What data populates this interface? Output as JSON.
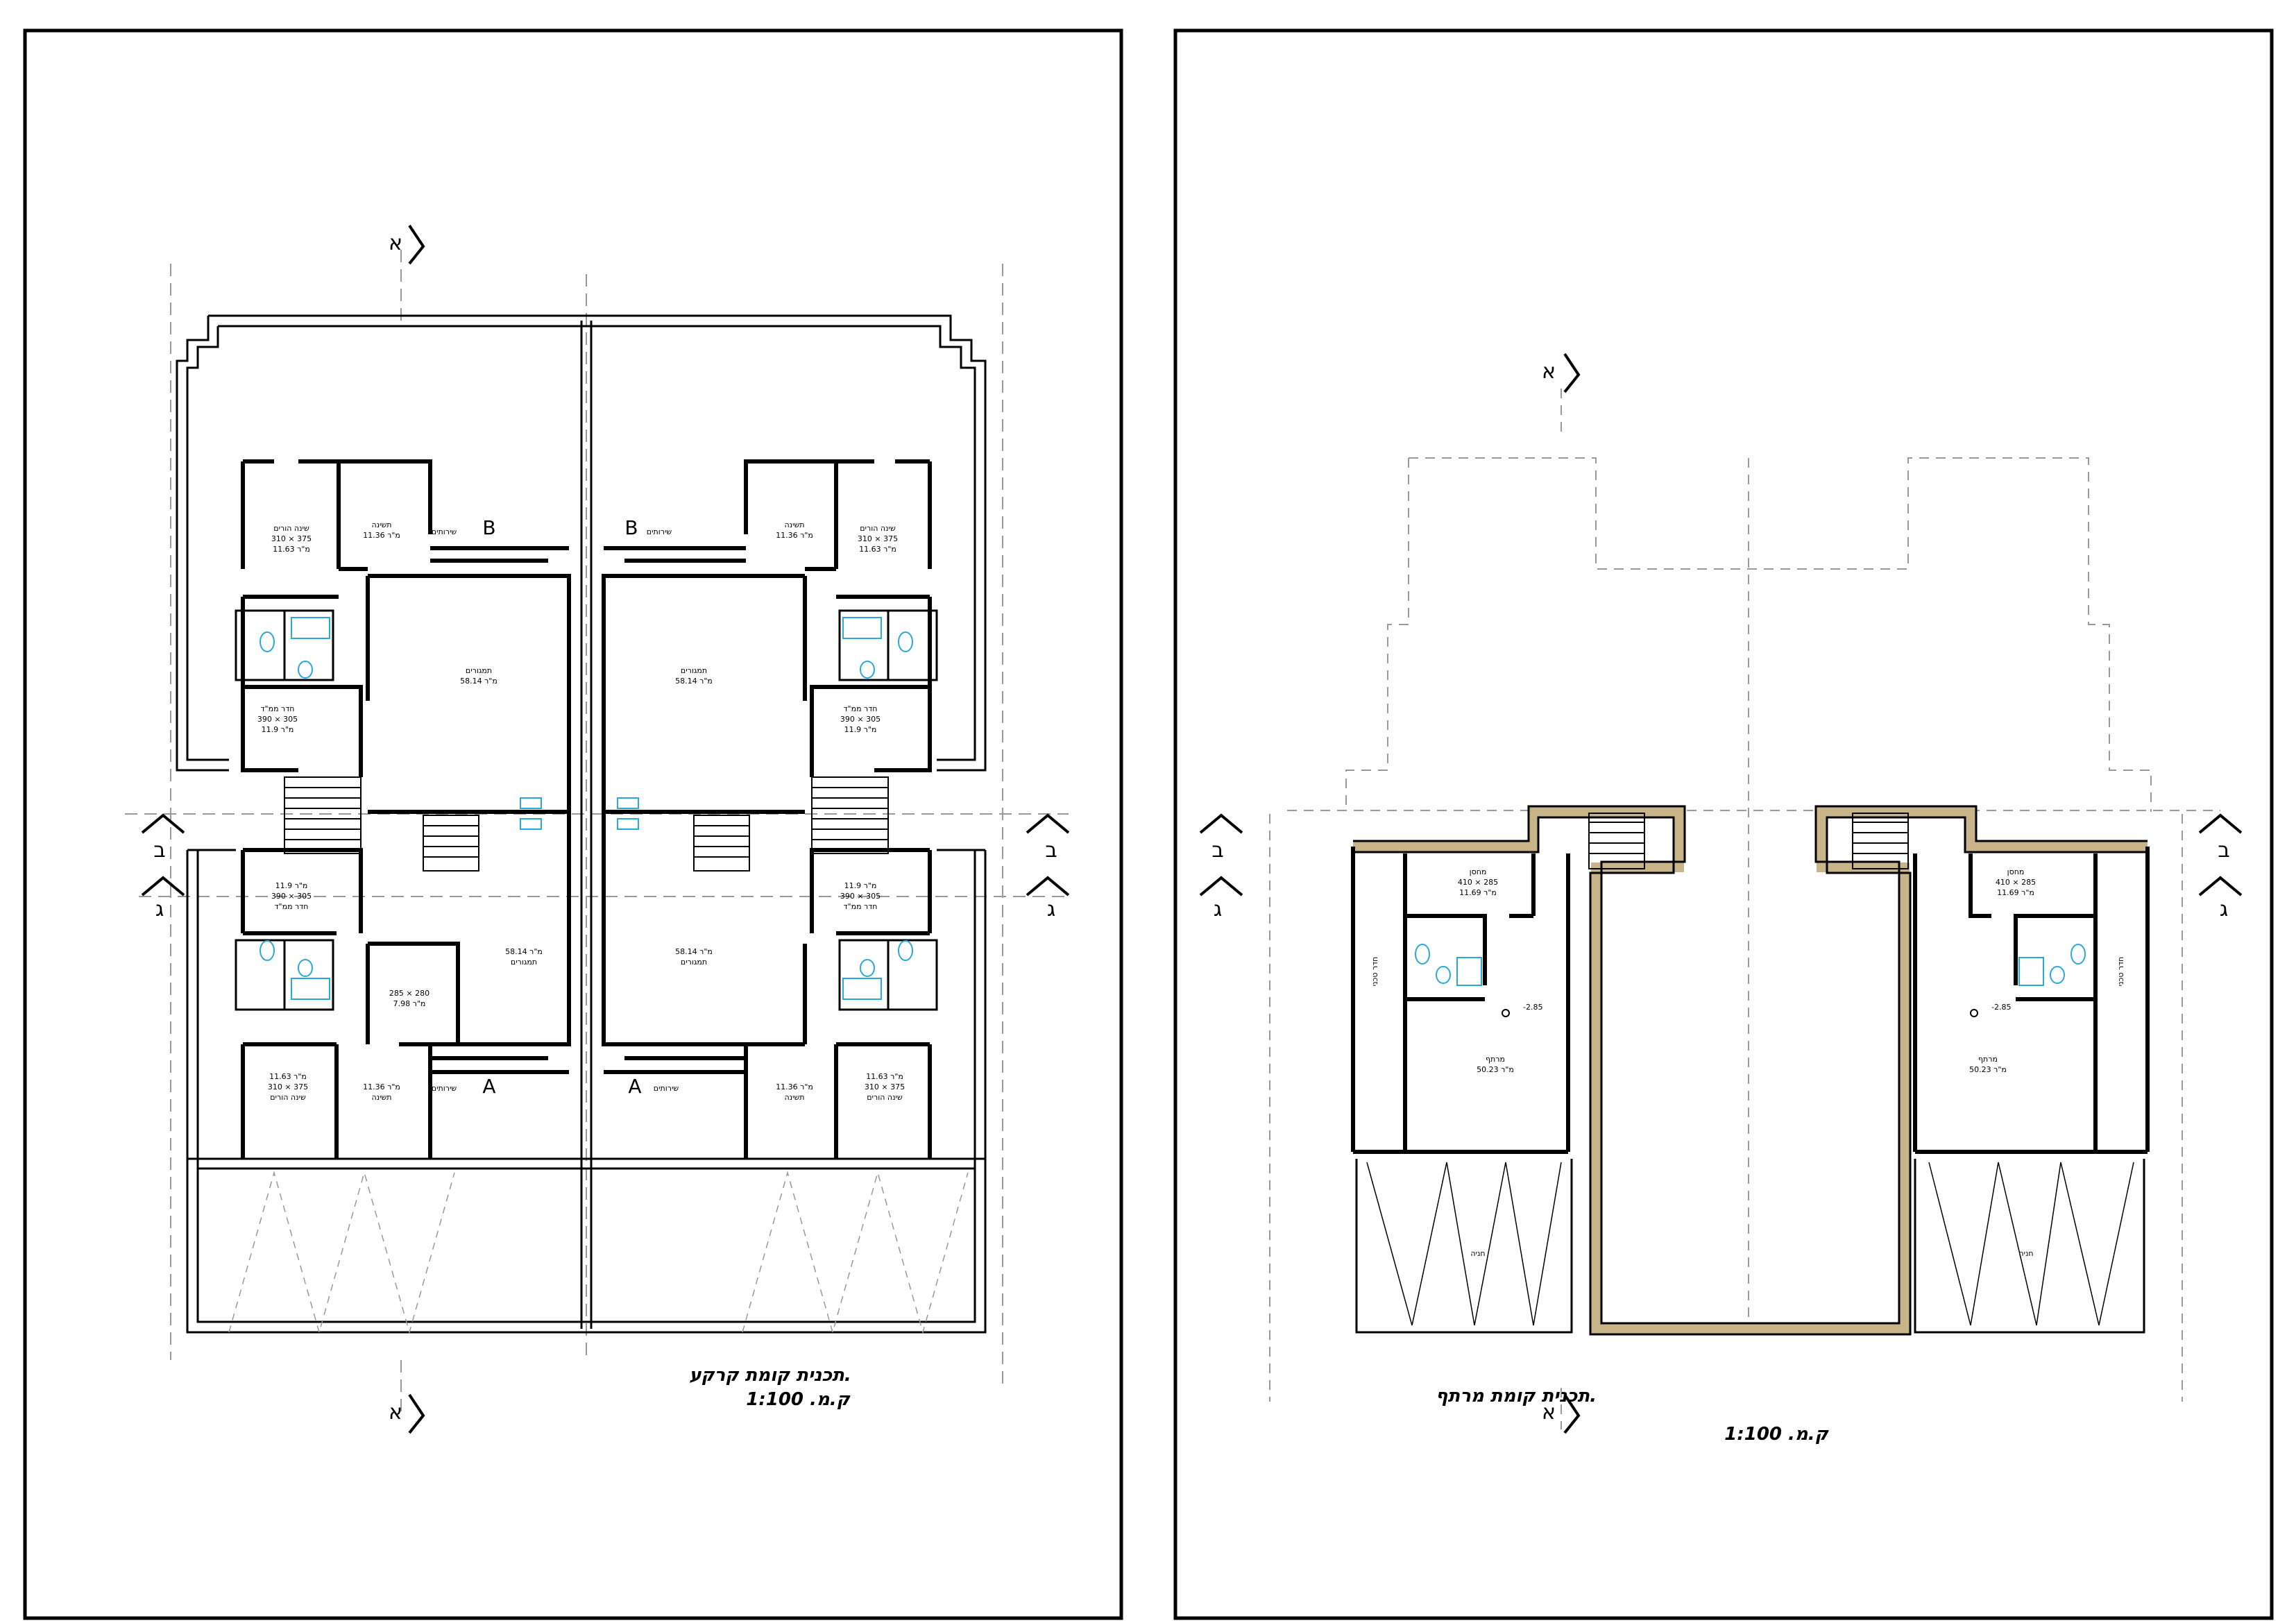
{
  "sheets": {
    "ground": {
      "title": "תכנית קומת קרקע.",
      "scale": "ק.מ. 1:100",
      "section_markers": {
        "a_top": "א",
        "a_bottom": "א",
        "b_left": "ב",
        "b_right": "ב",
        "g_left": "ג",
        "g_right": "ג"
      },
      "axis_labels": {
        "b1": "B",
        "b2": "B",
        "a1": "A",
        "a2": "A"
      },
      "rooms": {
        "parents_tl": [
          "שינה הורים",
          "310 × 375",
          "11.63 מ\"ר"
        ],
        "sleep_tl": [
          "תשינה",
          "11.36 מ\"ר"
        ],
        "living_tl": [
          "תמגורים",
          "58.14 מ\"ר"
        ],
        "mamad_tl": [
          "חדר ממ\"ד",
          "390 × 305",
          "11.9 מ\"ר"
        ],
        "parents_tr": [
          "שינה הורים",
          "310 × 375",
          "11.63 מ\"ר"
        ],
        "sleep_tr": [
          "תשינה",
          "11.36 מ\"ר"
        ],
        "living_tr": [
          "תמגורים",
          "58.14 מ\"ר"
        ],
        "mamad_tr": [
          "חדר ממ\"ד",
          "390 × 305",
          "11.9 מ\"ר"
        ],
        "mamad_bl": [
          "11.9 מ\"ר",
          "390 × 305",
          "חדר ממ\"ד"
        ],
        "small_bl": [
          "285 × 280",
          "7.98 מ\"ר"
        ],
        "living_bl": [
          "58.14 מ\"ר",
          "תמגורים"
        ],
        "parents_bl": [
          "11.63 מ\"ר",
          "310 × 375",
          "שינה הורים"
        ],
        "sleep_bl": [
          "11.36 מ\"ר",
          "תשינה"
        ],
        "mamad_br": [
          "11.9 מ\"ר",
          "390 × 305",
          "חדר ממ\"ד"
        ],
        "living_br": [
          "58.14 מ\"ר",
          "תמגורים"
        ],
        "parents_br": [
          "11.63 מ\"ר",
          "310 × 375",
          "שינה הורים"
        ],
        "sleep_br": [
          "11.36 מ\"ר",
          "תשינה"
        ]
      },
      "tags": {
        "t1": "שירותים",
        "t2": "שירותים",
        "t3": "שירותים",
        "t4": "שירותים"
      }
    },
    "basement": {
      "title": "תכנית קומת מרתף.",
      "scale": "ק.מ. 1:100",
      "section_markers": {
        "a_top": "א",
        "a_bottom": "א",
        "b_left": "ב",
        "b_right": "ב",
        "g_left": "ג",
        "g_right": "ג"
      },
      "rooms": {
        "storage_l": [
          "מחסן",
          "410 × 285",
          "11.69 מ\"ר"
        ],
        "storage_r": [
          "מחסן",
          "410 × 285",
          "11.69 מ\"ר"
        ],
        "basement_l": [
          "מרתף",
          "50.23 מ\"ר"
        ],
        "basement_r": [
          "מרתף",
          "50.23 מ\"ר"
        ],
        "parking_l": "חניה",
        "parking_r": "חניה",
        "tech_l": "חדר טכני",
        "tech_r": "חדר טכני"
      },
      "levels": {
        "left": "-2.85",
        "right": "-2.85"
      }
    }
  },
  "colors": {
    "line": "#000000",
    "fixture": "#29a9d8",
    "insulation": "#c9b489",
    "guide": "#999999"
  }
}
